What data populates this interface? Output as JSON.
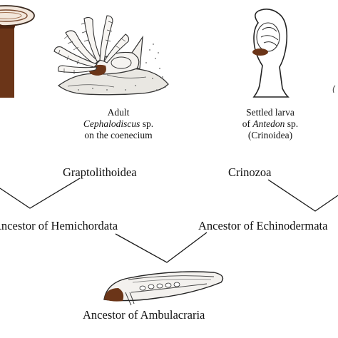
{
  "captions": {
    "adult": {
      "line1": "Adult",
      "line2": "Cephalodiscus",
      "line2_suffix": " sp.",
      "line3": "on the coenecium"
    },
    "larva": {
      "line1": "Settled larva",
      "line2_prefix": "of ",
      "line2": "Antedon",
      "line2_suffix": " sp.",
      "line3": "(Crinoidea)"
    }
  },
  "nodes": {
    "graptolithoidea": "Graptolithoidea",
    "crinozoa": "Crinozoa",
    "hemichordata": "Ancestor of Hemichordata",
    "echinodermata": "Ancestor of Echinodermata",
    "ambulacraria": "Ancestor of Ambulacraria"
  },
  "colors": {
    "ink": "#111111",
    "brown": "#6b3518",
    "dark_brown": "#4e2410",
    "sketch": "#3a3a3a"
  }
}
